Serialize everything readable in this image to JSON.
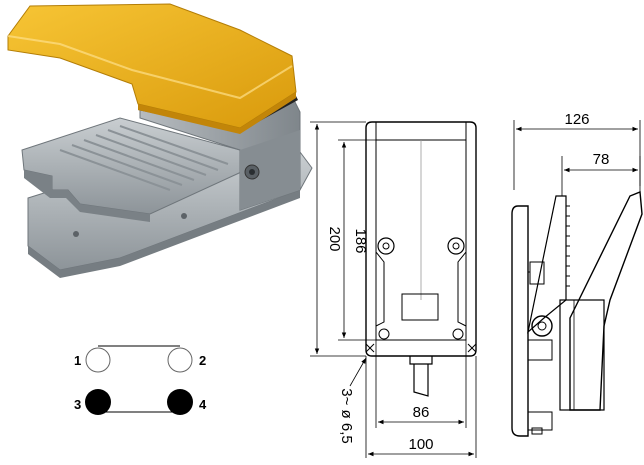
{
  "photo": {
    "pedal_color": "#f2b41c",
    "body_color": "#aeb4b8",
    "base_color": "#9aa1a6",
    "gasket_color": "#222222"
  },
  "dimensions": {
    "height_outer": "200",
    "height_inner": "186",
    "width_top": "126",
    "width_pedal": "78",
    "width_inner": "86",
    "width_outer": "100",
    "holes": "3~ ø 6,5"
  },
  "contacts": {
    "pins": [
      {
        "label": "1",
        "state": "open"
      },
      {
        "label": "2",
        "state": "open"
      },
      {
        "label": "3",
        "state": "closed"
      },
      {
        "label": "4",
        "state": "closed"
      }
    ]
  }
}
